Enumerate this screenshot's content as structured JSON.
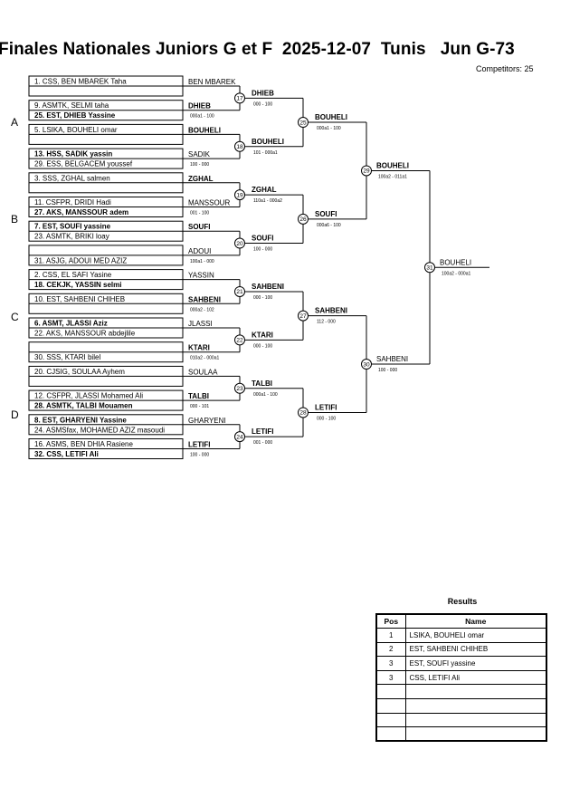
{
  "header": {
    "title": "Finales Nationales Juniors G et F  2025-12-07  Tunis   Jun G-73",
    "competitors": "Competitors: 25"
  },
  "groups": [
    "A",
    "B",
    "C",
    "D"
  ],
  "round1": [
    {
      "top": "1. CSS, BEN MBAREK Taha",
      "bottom": ""
    },
    {
      "top": "9. ASMTK, SELMI taha",
      "bottom": "25. EST, DHIEB Yassine"
    },
    {
      "top": "5. LSIKA, BOUHELI omar",
      "bottom": ""
    },
    {
      "top": "13. HSS, SADIK yassin",
      "bottom": "29. ESS, BELGACEM youssef"
    },
    {
      "top": "3. SSS, ZGHAL salmen",
      "bottom": ""
    },
    {
      "top": "11. CSFPR, DRIDI Hadi",
      "bottom": "27. AKS, MANSSOUR adem"
    },
    {
      "top": "7. EST, SOUFI yassine",
      "bottom": "23. ASMTK, BRIKI loay"
    },
    {
      "top": "",
      "bottom": "31. ASJG, ADOUI MED AZIZ"
    },
    {
      "top": "2. CSS, EL SAFI Yasine",
      "bottom": "18. CEKJK, YASSIN selmi"
    },
    {
      "top": "10. EST, SAHBENI CHIHEB",
      "bottom": ""
    },
    {
      "top": "6. ASMT, JLASSI Aziz",
      "bottom": "22. AKS, MANSSOUR abdejlile"
    },
    {
      "top": "",
      "bottom": "30. SSS, KTARI bilel"
    },
    {
      "top": "20. CJSIG, SOULAA Ayhem",
      "bottom": ""
    },
    {
      "top": "12. CSFPR, JLASSI Mohamed Ali",
      "bottom": "28. ASMTK, TALBI Mouamen"
    },
    {
      "top": "8. EST, GHARYENI Yassine",
      "bottom": "24. ASMSfax, MOHAMED AZIZ masoudi"
    },
    {
      "top": "16. ASMS, BEN DHIA Rasiene",
      "bottom": "32. CSS, LETIFI Ali"
    }
  ],
  "round2": [
    {
      "top": "BEN MBAREK",
      "bottom": "DHIEB",
      "score": "000a1 - 100",
      "match": "17",
      "winner": "DHIEB",
      "winner_score": "000 - 100"
    },
    {
      "top": "BOUHELI",
      "bottom": "SADIK",
      "score": "100 - 000",
      "match": "18",
      "winner": "BOUHELI",
      "winner_score": "101 - 000a1"
    },
    {
      "top": "ZGHAL",
      "bottom": "MANSSOUR",
      "score": "001 - 100",
      "match": "19",
      "winner": "ZGHAL",
      "winner_score": "110a1 - 000a2"
    },
    {
      "top": "SOUFI",
      "bottom": "ADOUI",
      "score": "100a1 - 000",
      "match": "20",
      "winner": "SOUFI",
      "winner_score": "100 - 000"
    },
    {
      "top": "YASSIN",
      "bottom": "SAHBENI",
      "score": "000a2 - 102",
      "match": "21",
      "winner": "SAHBENI",
      "winner_score": "000 - 100"
    },
    {
      "top": "JLASSI",
      "bottom": "KTARI",
      "score": "010a2 - 000a1",
      "match": "22",
      "winner": "KTARI",
      "winner_score": "000 - 100"
    },
    {
      "top": "SOULAA",
      "bottom": "TALBI",
      "score": "000 - 101",
      "match": "23",
      "winner": "TALBI",
      "winner_score": "000a1 - 100"
    },
    {
      "top": "GHARYENI",
      "bottom": "LETIFI",
      "score": "100 - 000",
      "match": "24",
      "winner": "LETIFI",
      "winner_score": "001 - 000"
    }
  ],
  "round3": [
    {
      "match": "25",
      "winner": "BOUHELI",
      "winner_score": "000a1 - 100"
    },
    {
      "match": "26",
      "winner": "SOUFI",
      "winner_score": "000a6 - 100"
    },
    {
      "match": "27",
      "winner": "SAHBENI",
      "winner_score": "112 - 000"
    },
    {
      "match": "28",
      "winner": "LETIFI",
      "winner_score": "000 - 100"
    }
  ],
  "round4": [
    {
      "match": "29",
      "winner": "BOUHELI",
      "winner_score": "100a2 - 011a1"
    },
    {
      "match": "30",
      "winner": "SAHBENI",
      "winner_score": "100 - 000"
    }
  ],
  "final": {
    "match": "31",
    "winner": "BOUHELI",
    "winner_score": "100a2 - 000a1"
  },
  "results": {
    "caption": "Results",
    "headers": {
      "pos": "Pos",
      "name": "Name"
    },
    "rows": [
      {
        "pos": "1",
        "name": "LSIKA, BOUHELI omar"
      },
      {
        "pos": "2",
        "name": "EST, SAHBENI CHIHEB"
      },
      {
        "pos": "3",
        "name": "EST, SOUFI yassine"
      },
      {
        "pos": "3",
        "name": "CSS, LETIFI Ali"
      },
      {
        "pos": "",
        "name": ""
      },
      {
        "pos": "",
        "name": ""
      },
      {
        "pos": "",
        "name": ""
      },
      {
        "pos": "",
        "name": ""
      }
    ]
  },
  "bold_names": [
    "25. EST, DHIEB Yassine",
    "13. HSS, SADIK yassin",
    "27. AKS, MANSSOUR adem",
    "7. EST, SOUFI yassine",
    "18. CEKJK, YASSIN selmi",
    "6. ASMT, JLASSI Aziz",
    "28. ASMTK, TALBI Mouamen",
    "8. EST, GHARYENI Yassine",
    "32. CSS, LETIFI Ali",
    "DHIEB",
    "BOUHELI",
    "ZGHAL",
    "SOUFI",
    "SAHBENI",
    "KTARI",
    "TALBI",
    "LETIFI"
  ]
}
